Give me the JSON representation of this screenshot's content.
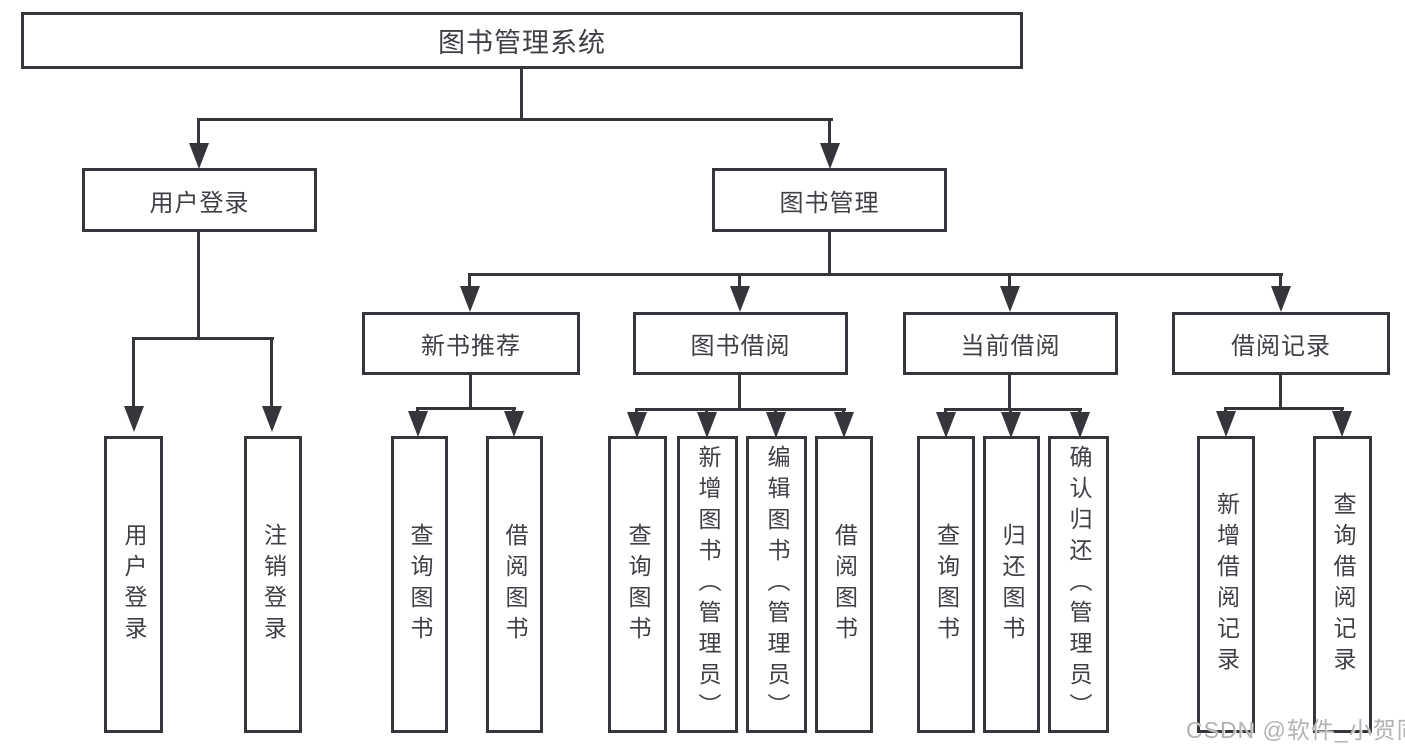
{
  "diagram": {
    "root": {
      "label": "图书管理系统"
    },
    "level2": [
      {
        "label": "用户登录"
      },
      {
        "label": "图书管理"
      }
    ],
    "level3": [
      {
        "label": "新书推荐"
      },
      {
        "label": "图书借阅"
      },
      {
        "label": "当前借阅"
      },
      {
        "label": "借阅记录"
      }
    ],
    "leaves": [
      {
        "label": "用户登录"
      },
      {
        "label": "注销登录"
      },
      {
        "label": "查询图书"
      },
      {
        "label": "借阅图书"
      },
      {
        "label": "查询图书"
      },
      {
        "label": "新增图书（管理员）"
      },
      {
        "label": "编辑图书（管理员）"
      },
      {
        "label": "借阅图书"
      },
      {
        "label": "查询图书"
      },
      {
        "label": "归还图书"
      },
      {
        "label": "确认归还（管理员）"
      },
      {
        "label": "新增借阅记录"
      },
      {
        "label": "查询借阅记录"
      }
    ]
  },
  "watermark": {
    "text": "CSDN @软件_小贺同学"
  },
  "colors": {
    "line": "#35353b",
    "text": "#3f3f46",
    "watermark": "#b3b1b1",
    "background": "#ffffff"
  }
}
